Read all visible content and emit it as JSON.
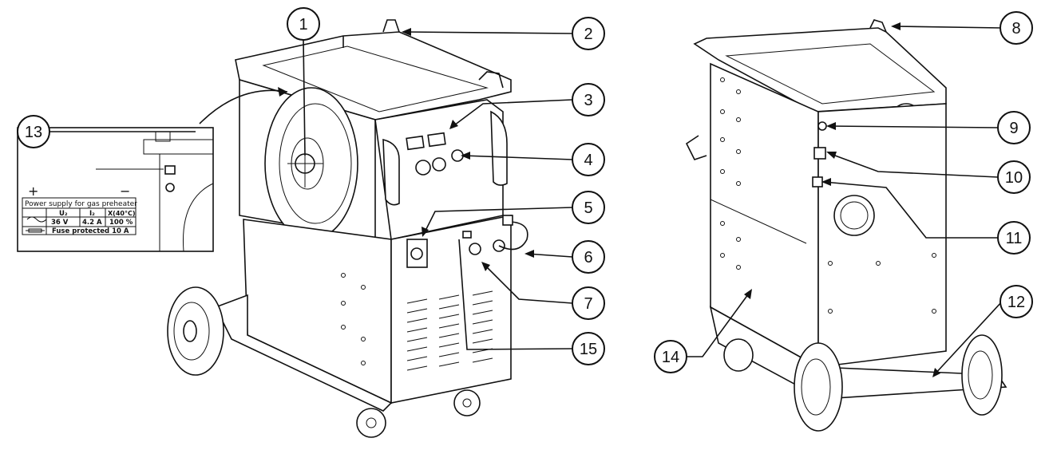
{
  "callouts": [
    "1",
    "2",
    "3",
    "4",
    "5",
    "6",
    "7",
    "8",
    "9",
    "10",
    "11",
    "12",
    "13",
    "14",
    "15"
  ],
  "inset": {
    "plus": "+",
    "minus": "−",
    "title": "Power supply for gas preheater",
    "headers": [
      "U₂",
      "I₂",
      "X(40°C)"
    ],
    "values": [
      "36 V",
      "4.2 A",
      "100 %"
    ],
    "fuse": "Fuse protected 10 A"
  }
}
